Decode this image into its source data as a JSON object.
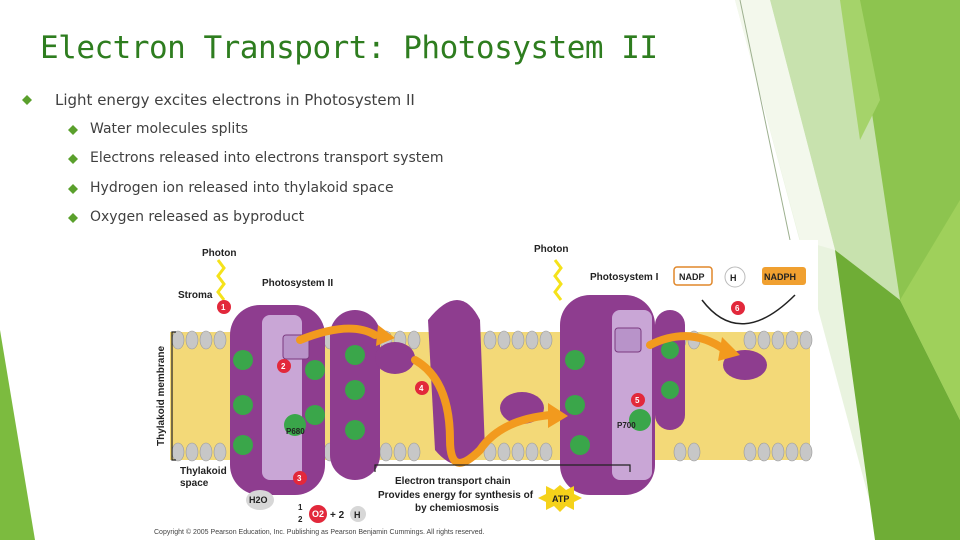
{
  "slide": {
    "title": "Electron Transport: Photosystem II",
    "bullets": [
      {
        "level": 1,
        "text": "Light energy excites electrons in Photosystem II"
      },
      {
        "level": 2,
        "text": "Water molecules splits"
      },
      {
        "level": 2,
        "text": "Electrons released into electrons transport system"
      },
      {
        "level": 2,
        "text": "Hydrogen ion released into thylakoid space"
      },
      {
        "level": 2,
        "text": "Oxygen released as byproduct"
      }
    ],
    "colors": {
      "title": "#2e7d1f",
      "accent": "#6db33f",
      "bullet": "#5aa02c",
      "text": "#404040"
    },
    "bullet_icon": "diamond-bullet-icon"
  },
  "figure": {
    "labels": {
      "photon_left": "Photon",
      "photon_right": "Photon",
      "photosystem2": "Photosystem II",
      "photosystem1": "Photosystem I",
      "stroma": "Stroma",
      "thylakoid_membrane": "Thylakoid membrane",
      "thylakoid_space_1": "Thylakoid",
      "thylakoid_space_2": "space",
      "p680": "P680",
      "p700": "P700",
      "etc_1": "Electron transport chain",
      "etc_2": "Provides energy for synthesis of",
      "etc_3": "by chemiosmosis",
      "atp": "ATP",
      "nadp": "NADP",
      "h_plus": "H",
      "nadph": "NADPH",
      "water": "H2O",
      "half": "1",
      "half_den": "2",
      "oxygen": "O2",
      "plus_two": "+ 2",
      "h_ion": "H",
      "copyright": "Copyright © 2005 Pearson Education, Inc. Publishing as Pearson Benjamin Cummings. All rights reserved."
    },
    "steps": [
      "1",
      "2",
      "3",
      "4",
      "5",
      "6"
    ]
  }
}
